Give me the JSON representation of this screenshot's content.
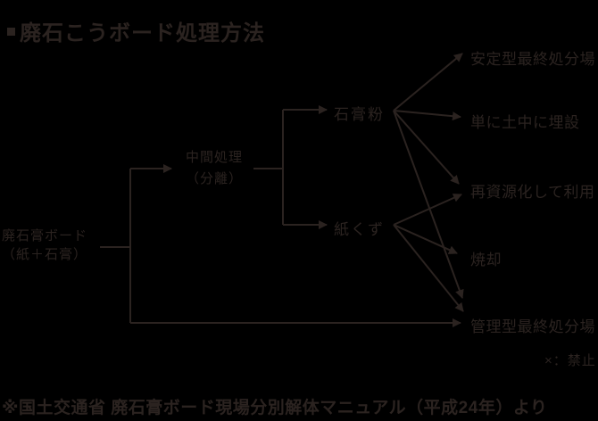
{
  "title": {
    "text": "廃石こうボード処理方法",
    "bullet_icon": "square-bullet"
  },
  "diagram": {
    "nodes": {
      "source": {
        "line1": "廃石膏ボード",
        "line2": "（紙＋石膏）"
      },
      "intermediate": {
        "line1": "中間処理",
        "line2": "（分離）"
      },
      "gypsum_powder": "石膏粉",
      "paper_scrap": "紙くず",
      "outcomes": [
        "安定型最終処分場",
        "単に土中に埋設",
        "再資源化して利用",
        "焼却",
        "管理型最終処分場"
      ]
    },
    "edges": [
      {
        "from": "廃石膏ボード（紙＋石膏）",
        "to": "中間処理（分離）"
      },
      {
        "from": "廃石膏ボード（紙＋石膏）",
        "to": "管理型最終処分場"
      },
      {
        "from": "中間処理（分離）",
        "to": "石膏粉"
      },
      {
        "from": "中間処理（分離）",
        "to": "紙くず"
      },
      {
        "from": "石膏粉",
        "to": "安定型最終処分場"
      },
      {
        "from": "石膏粉",
        "to": "単に土中に埋設"
      },
      {
        "from": "石膏粉",
        "to": "再資源化して利用"
      },
      {
        "from": "石膏粉",
        "to": "管理型最終処分場"
      },
      {
        "from": "紙くず",
        "to": "再資源化して利用"
      },
      {
        "from": "紙くず",
        "to": "焼却"
      },
      {
        "from": "紙くず",
        "to": "管理型最終処分場"
      }
    ],
    "legend": "×：禁止"
  },
  "caption": "※国土交通省 廃石膏ボード現場分別解体マニュアル（平成24年）より",
  "colors": {
    "background": "#000000",
    "ink": "#2b2320"
  }
}
